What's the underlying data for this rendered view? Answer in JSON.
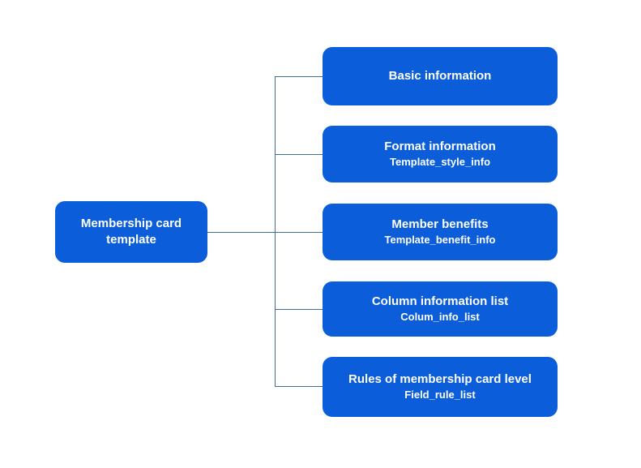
{
  "diagram": {
    "root": {
      "title": "Membership card template"
    },
    "children": [
      {
        "title": "Basic information",
        "subtitle": ""
      },
      {
        "title": "Format information",
        "subtitle": "Template_style_info"
      },
      {
        "title": "Member benefits",
        "subtitle": "Template_benefit_info"
      },
      {
        "title": "Column information list",
        "subtitle": "Colum_info_list"
      },
      {
        "title": "Rules of membership card level",
        "subtitle": "Field_rule_list"
      }
    ],
    "colors": {
      "node_fill": "#0B5DD9",
      "node_text": "#FFFFFF",
      "connector": "#3D6F9E",
      "background": "#FFFFFF"
    }
  }
}
